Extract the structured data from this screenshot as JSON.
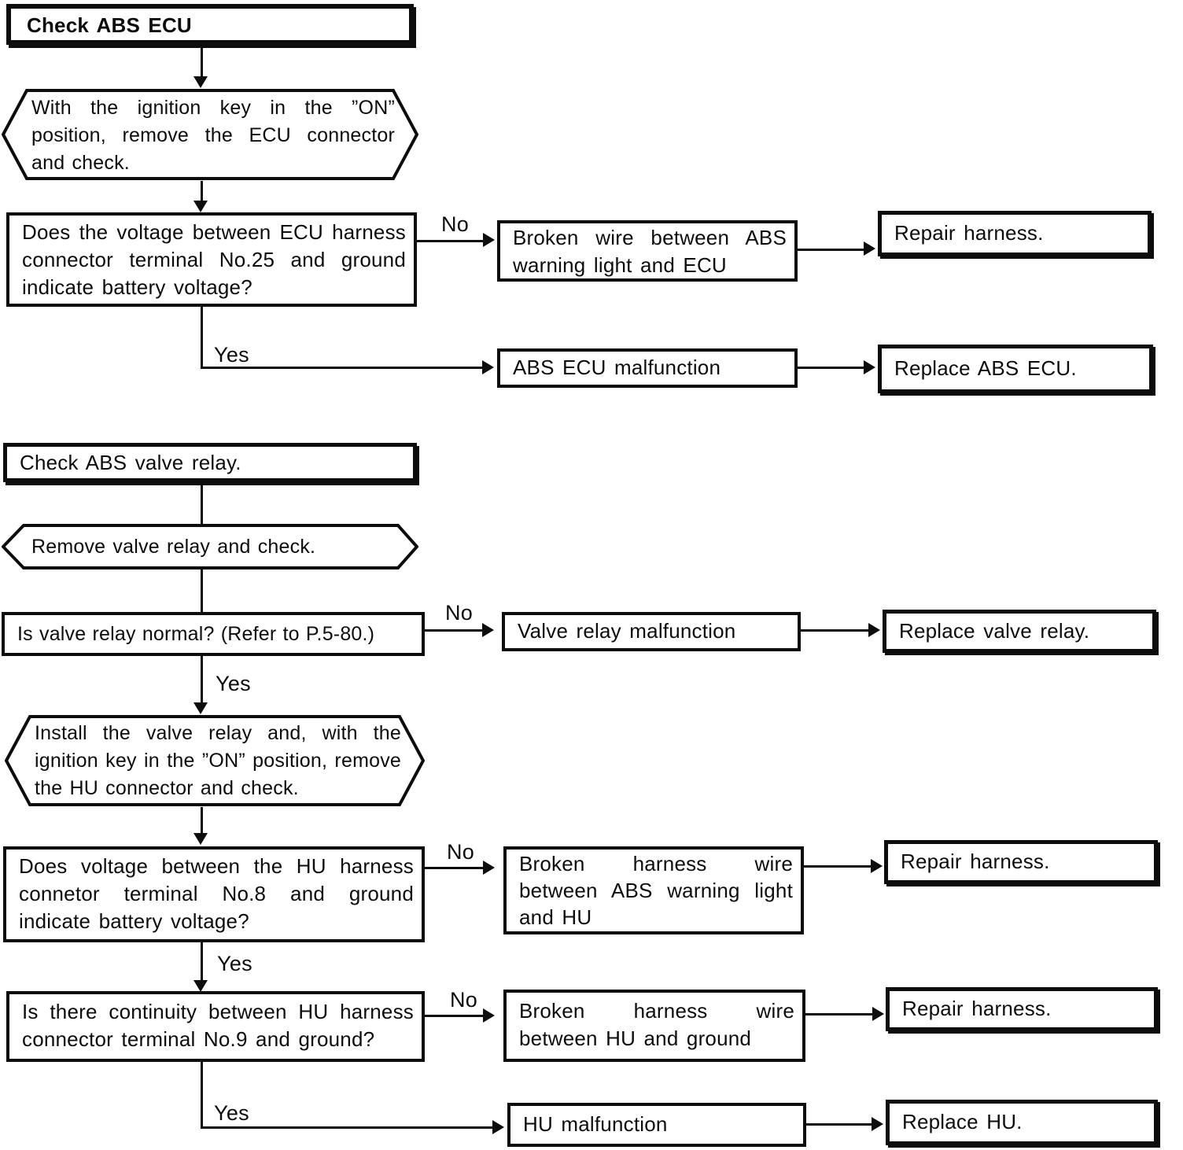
{
  "colors": {
    "ink": "#0d0d0d",
    "paper": "#ffffff"
  },
  "f1": {
    "title": "Check ABS ECU",
    "step": "With the ignition key in the ”ON” position, remove the ECU connector and check.",
    "question": "Does the voltage between ECU harness connector terminal No.25 and ground indicate battery voltage?",
    "no_label": "No",
    "no_cause": "Broken wire between ABS warning light and ECU",
    "no_remedy": "Repair harness.",
    "yes_label": "Yes",
    "yes_cause": "ABS ECU malfunction",
    "yes_remedy": "Replace ABS ECU."
  },
  "f2": {
    "title": "Check ABS valve relay.",
    "step1": "Remove valve relay and check.",
    "q1": "Is valve relay normal? (Refer to P.5-80.)",
    "q1_no_label": "No",
    "q1_no_cause": "Valve relay malfunction",
    "q1_no_remedy": "Replace valve relay.",
    "q1_yes_label": "Yes",
    "step2": "Install the valve relay and, with the ignition key in the ”ON” position, remove the HU connector and check.",
    "q2": "Does voltage between the HU harness connetor terminal No.8 and ground indicate battery voltage?",
    "q2_no_label": "No",
    "q2_no_cause": "Broken harness wire between ABS warning light and HU",
    "q2_no_remedy": "Repair harness.",
    "q2_yes_label": "Yes",
    "q3": "Is there continuity between HU harness connector terminal No.9 and ground?",
    "q3_no_label": "No",
    "q3_no_cause": "Broken harness wire between HU and ground",
    "q3_no_remedy": "Repair harness.",
    "q3_yes_label": "Yes",
    "q3_yes_cause": "HU malfunction",
    "q3_yes_remedy": "Replace HU."
  }
}
